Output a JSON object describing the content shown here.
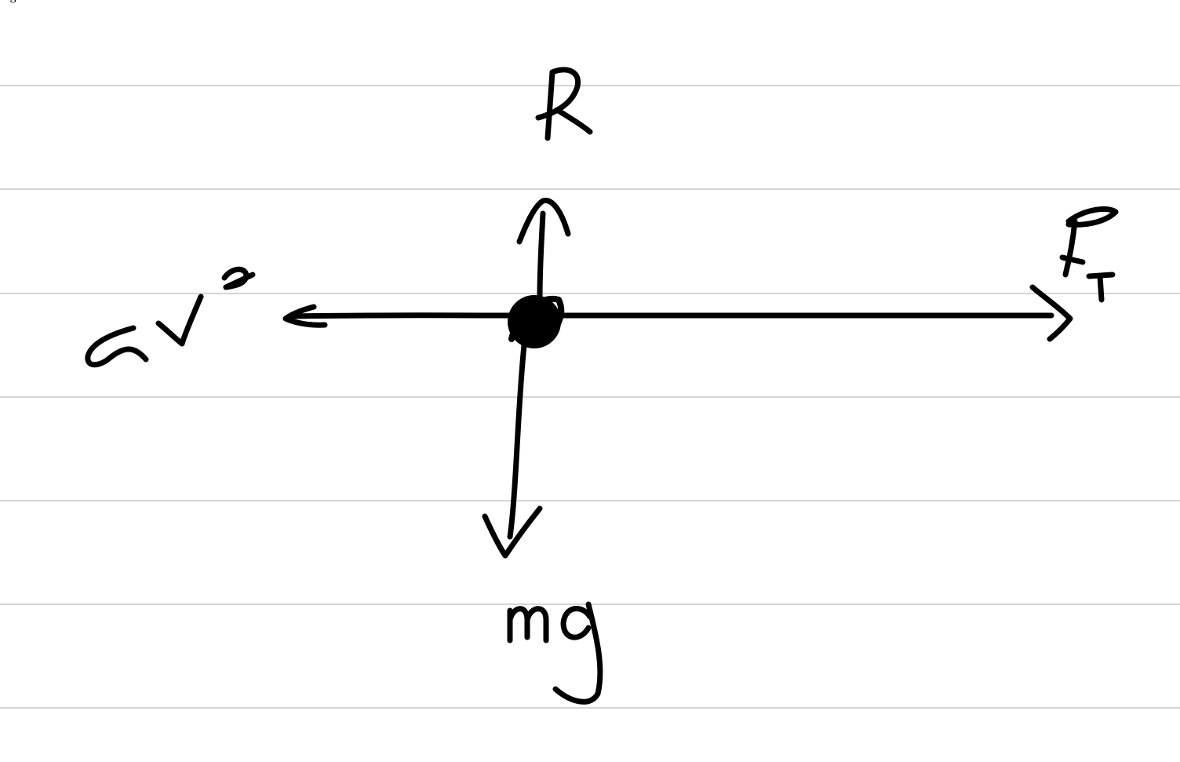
{
  "diagram": {
    "kind": "free-body force diagram (handwritten)",
    "colors": {
      "paper": "#ffffff",
      "ruling": "#d4d4d4",
      "ink": "#000000"
    },
    "ruled_line_count": 7,
    "forces": [
      {
        "id": "reaction",
        "direction": "up",
        "label": "R"
      },
      {
        "id": "weight",
        "direction": "down",
        "label": "mg"
      },
      {
        "id": "resistance",
        "direction": "left",
        "label": "αv",
        "exponent": "2"
      },
      {
        "id": "driving-force",
        "direction": "right",
        "label": "F",
        "subscript": "T"
      }
    ]
  }
}
